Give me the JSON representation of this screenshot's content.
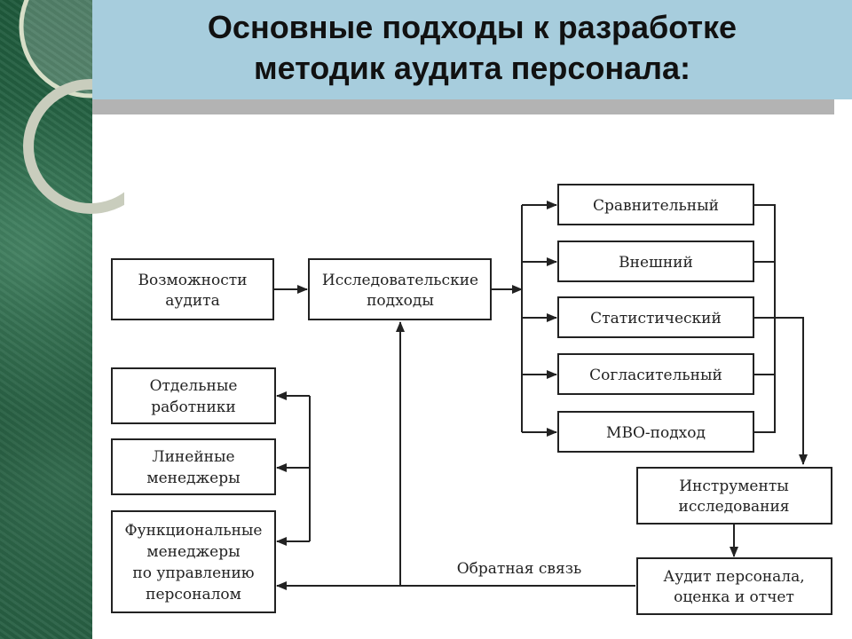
{
  "title": {
    "line1": "Основные подходы к разработке",
    "line2": "методик аудита персонала:"
  },
  "diagram": {
    "audit_capabilities": [
      "Возможности",
      "аудита"
    ],
    "research_approaches": [
      "Исследовательские",
      "подходы"
    ],
    "approaches": [
      "Сравнительный",
      "Внешний",
      "Статистический",
      "Согласительный",
      "МВО-подход"
    ],
    "research_tools": [
      "Инструменты",
      "исследования"
    ],
    "audit_result": [
      "Аудит персонала,",
      "оценка и отчет"
    ],
    "feedback_label": "Обратная связь",
    "individual_workers": [
      "Отдельные",
      "работники"
    ],
    "line_managers": [
      "Линейные",
      "менеджеры"
    ],
    "functional_managers": [
      "Функциональные",
      "менеджеры",
      "по управлению",
      "персоналом"
    ]
  },
  "colors": {
    "title_bar": "#a7cddd",
    "sidebar": "#1f5a3c",
    "line": "#222222"
  }
}
